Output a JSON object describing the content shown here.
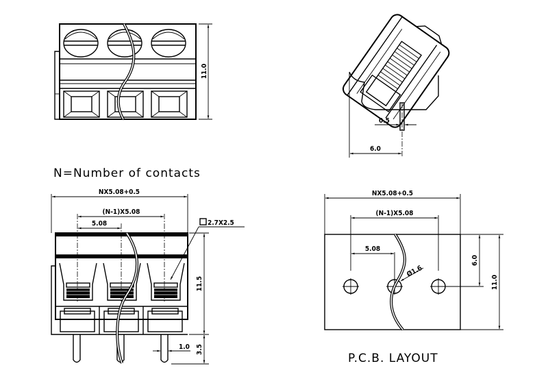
{
  "title": "Terminal block drawing",
  "notes": {
    "n_definition": "N=Number of contacts",
    "pcb_caption": "P.C.B. LAYOUT"
  },
  "top_view": {
    "height_dim": "11.0"
  },
  "side_view": {
    "pin_width_dim": "0.5",
    "pin_offset_dim": "6.0"
  },
  "front_view": {
    "overall_width_dim": "NX5.08+0.5",
    "pitch_span_dim": "(N-1)X5.08",
    "pitch_dim": "5.08",
    "wire_entry_dim": "2.7X2.5",
    "body_height_dim": "11.5",
    "pin_length_dim": "3.5",
    "pin_width_dim": "1.0"
  },
  "pcb_layout": {
    "overall_width_dim": "NX5.08+0.5",
    "pitch_span_dim": "(N-1)X5.08",
    "pitch_dim": "5.08",
    "hole_diameter_dim": "Ø1.6",
    "hole_row_dim": "6.0",
    "depth_dim": "11.0"
  },
  "colors": {
    "line": "#000000",
    "background": "#ffffff"
  }
}
